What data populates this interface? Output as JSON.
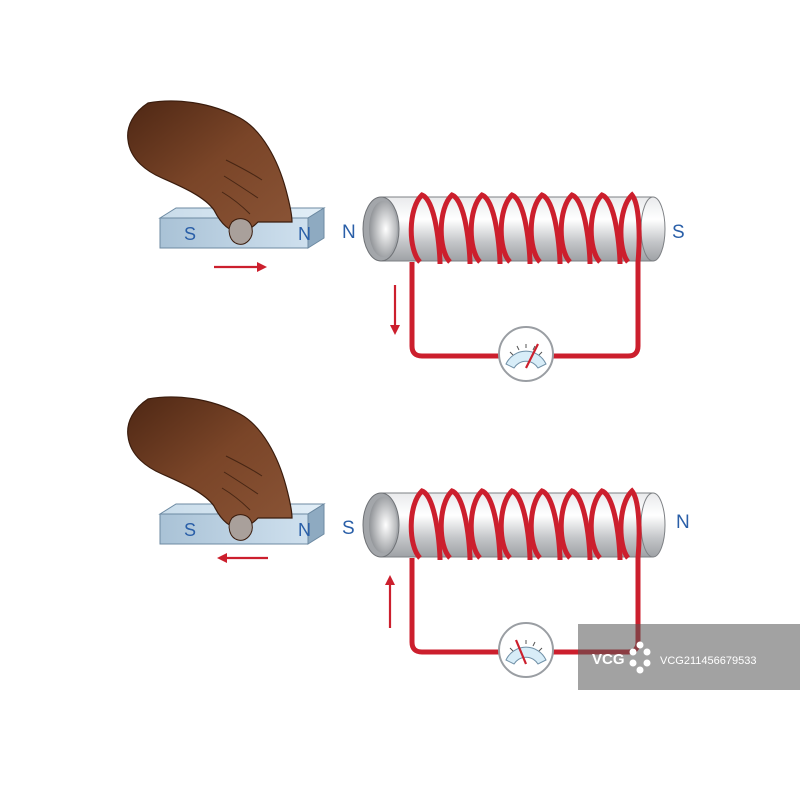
{
  "colors": {
    "wire": "#cc1f2d",
    "arrow": "#cc1f2d",
    "label": "#2a5fa8",
    "magnet_top": "#cfe1ef",
    "magnet_front": "#b5ccdf",
    "magnet_side": "#98b3c9",
    "skin": "#6b3a22",
    "coil_core": "#c8cacd",
    "meter_face": "#d8edf8"
  },
  "top_panel": {
    "magnet": {
      "left_pole": "S",
      "right_pole": "N"
    },
    "magnet_motion": "right",
    "coil": {
      "left_pole": "N",
      "right_pole": "S"
    },
    "current_direction": "down",
    "needle_deflection": "right"
  },
  "bottom_panel": {
    "magnet": {
      "left_pole": "S",
      "right_pole": "N"
    },
    "magnet_motion": "left",
    "coil": {
      "left_pole": "S",
      "right_pole": "N"
    },
    "current_direction": "up",
    "needle_deflection": "left"
  },
  "watermark": {
    "logo_text": "VCG",
    "id_text": "VCG211456679533"
  }
}
